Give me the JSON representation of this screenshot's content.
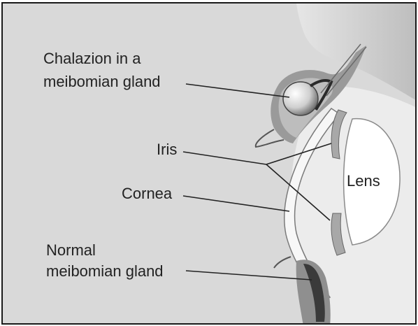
{
  "labels": {
    "chalazion_line1": "Chalazion in a",
    "chalazion_line2": "meibomian gland",
    "iris": "Iris",
    "cornea": "Cornea",
    "lens": "Lens",
    "normal_line1": "Normal",
    "normal_line2": "meibomian gland"
  },
  "colors": {
    "background": "#d9d9d9",
    "tissue": "#efefef",
    "shadow": "#8c8c8c",
    "dark": "#3a3a3a",
    "line": "#222222"
  }
}
